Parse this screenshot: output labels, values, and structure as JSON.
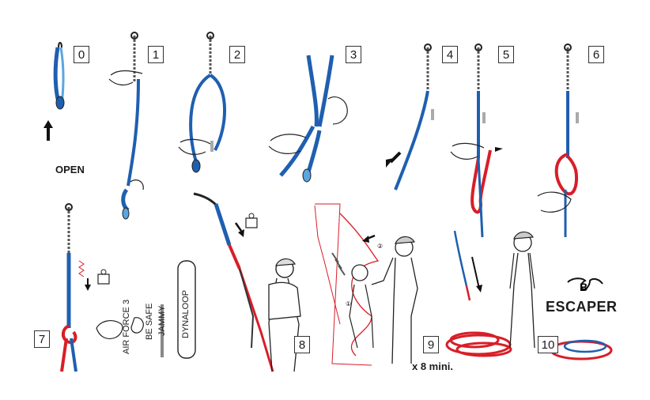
{
  "steps": [
    "0",
    "1",
    "2",
    "3",
    "4",
    "5",
    "6",
    "7",
    "8",
    "9",
    "10"
  ],
  "labels": {
    "open": "OPEN",
    "repeat": "x 8 mini.",
    "brand": "ESCAPER"
  },
  "gear_labels": {
    "air_force": "AIR FORCE 3",
    "be_safe": "BE SAFE",
    "jammy": "JAMMY",
    "dynaloop": "DYNALOOP"
  },
  "colors": {
    "strap_blue": "#1f5fb0",
    "strap_light": "#5aa6e0",
    "rope_red": "#d81e28",
    "line": "#222222",
    "gray": "#9a9a9a"
  }
}
